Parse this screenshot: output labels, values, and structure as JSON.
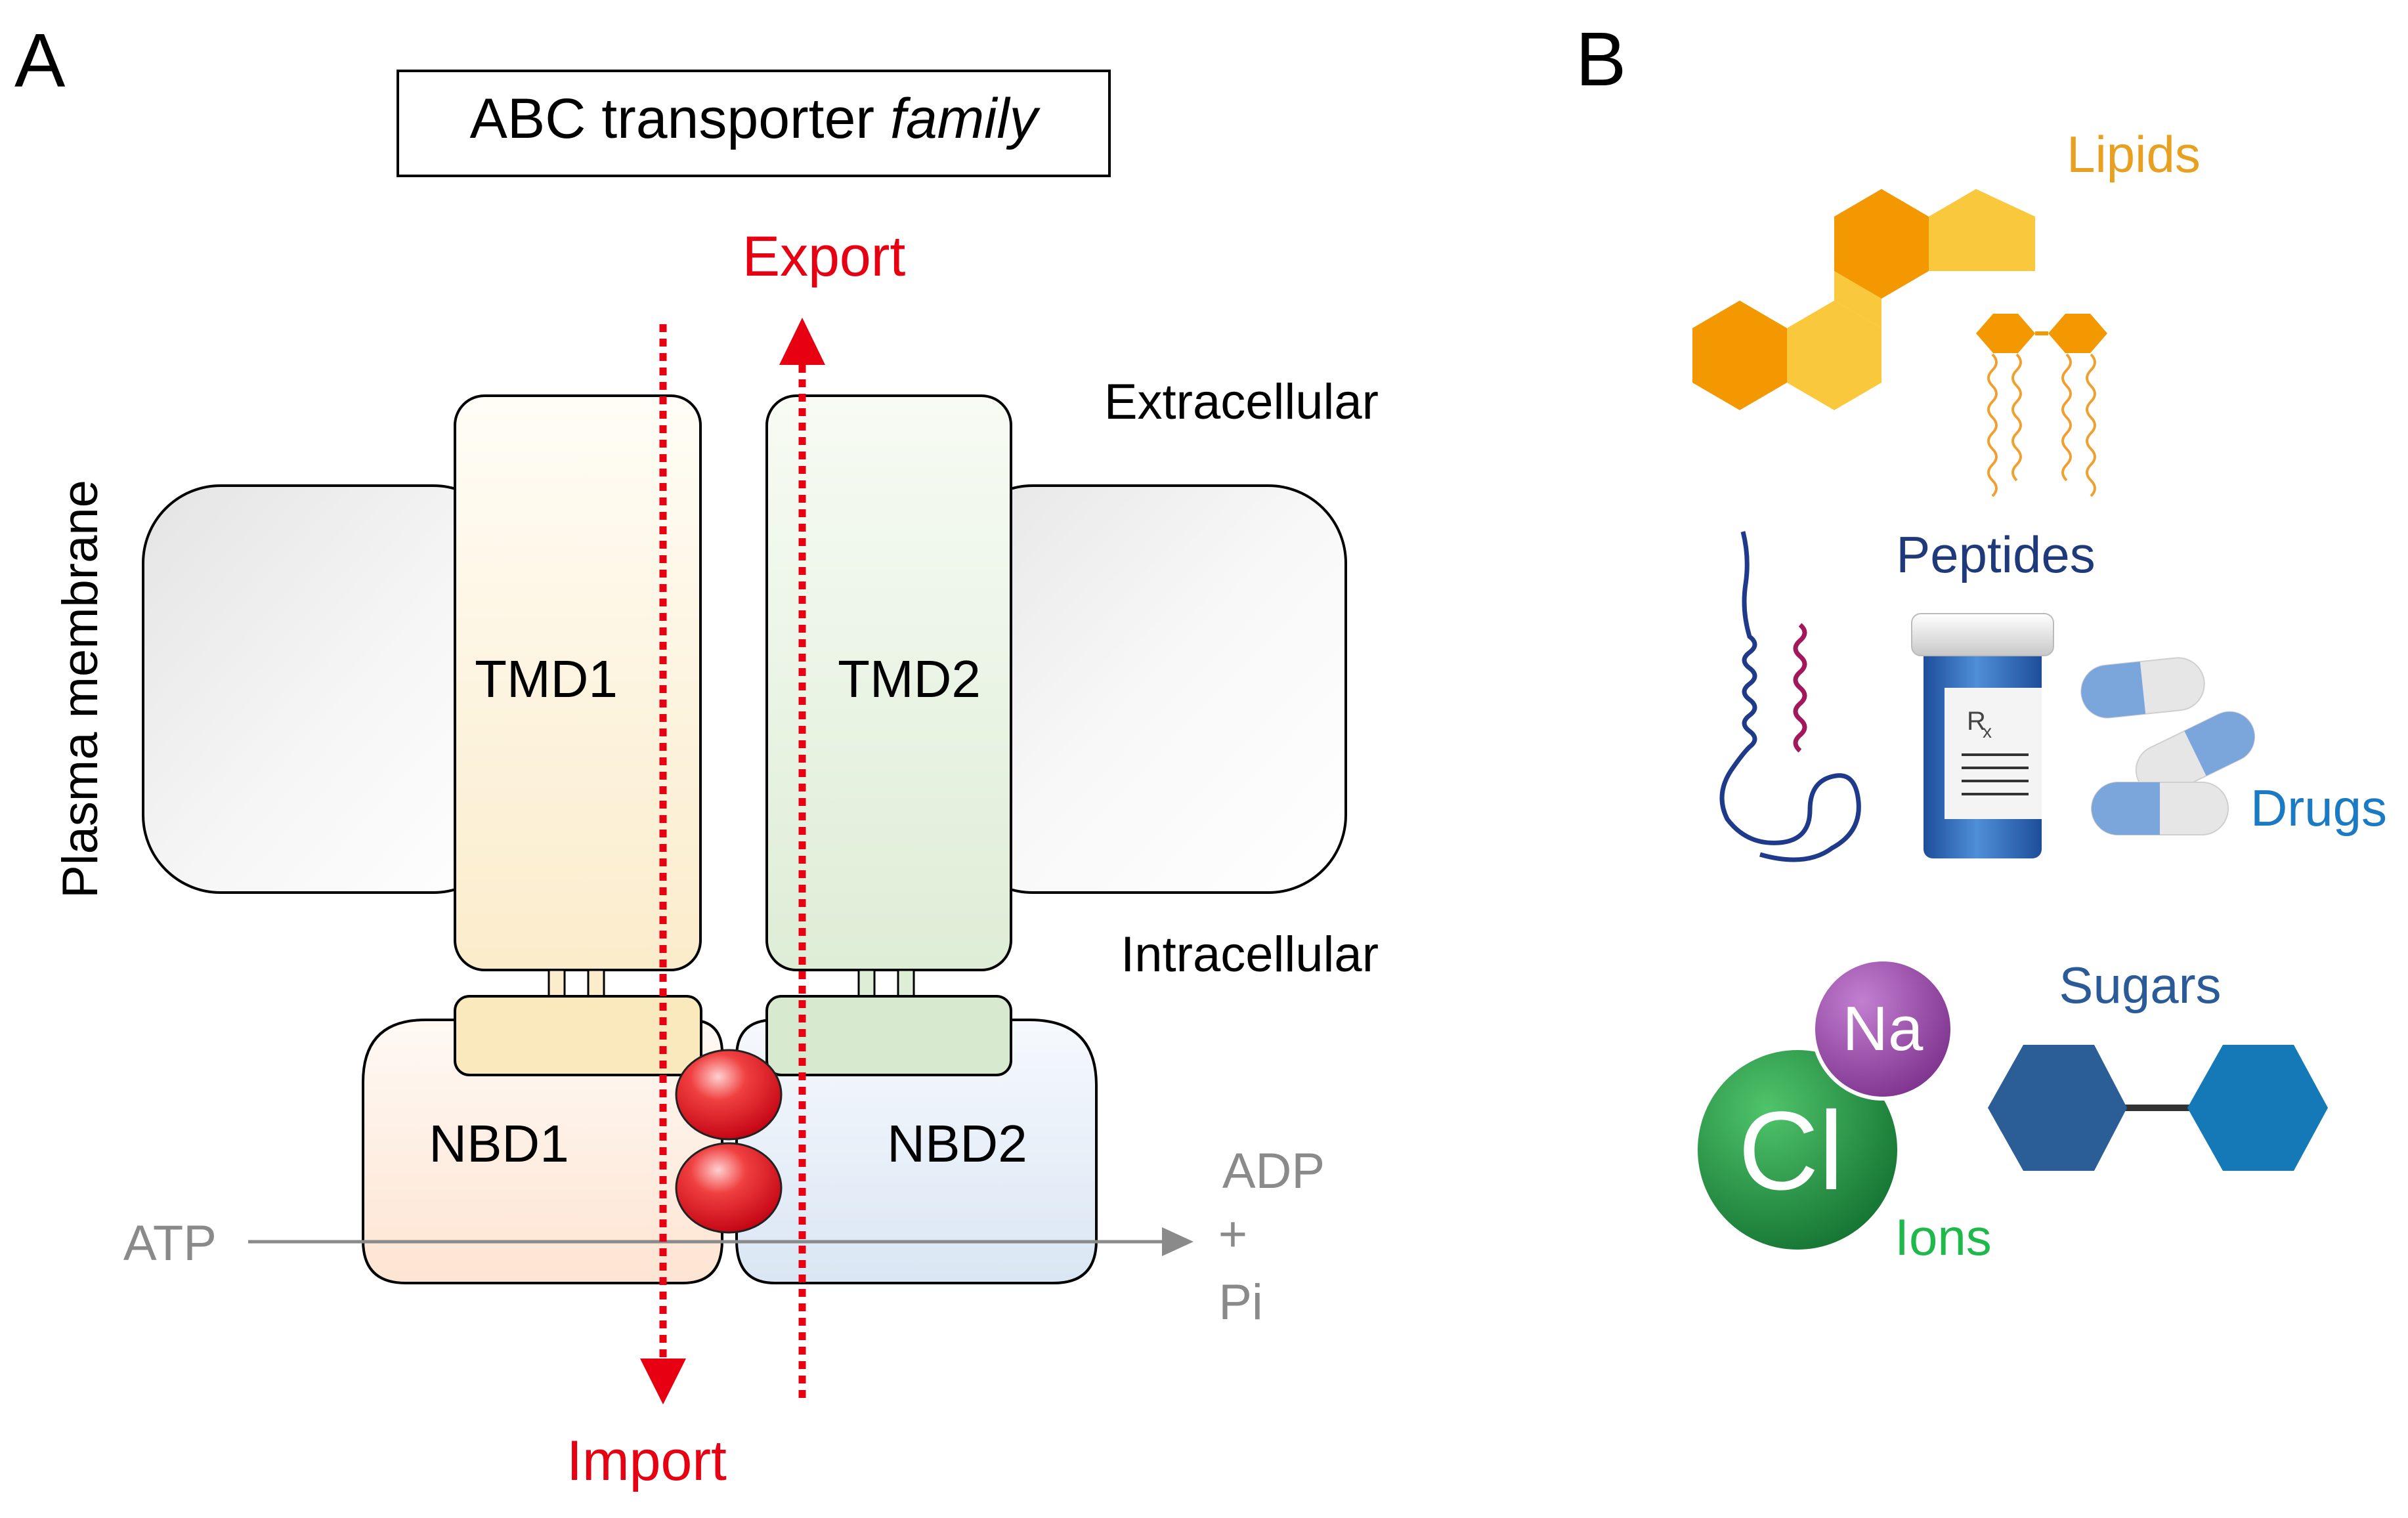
{
  "panel_a": {
    "letter": "A",
    "title_main": "ABC transporter ",
    "title_italic": "family",
    "export_label": "Export",
    "import_label": "Import",
    "extracellular_label": "Extracellular",
    "intracellular_label": "Intracellular",
    "membrane_label": "Plasma membrane",
    "tmd1_label": "TMD1",
    "tmd2_label": "TMD2",
    "nbd1_label": "NBD1",
    "nbd2_label": "NBD2",
    "atp_label": "ATP",
    "adp_label": "ADP",
    "plus_label": "+",
    "pi_label": "Pi"
  },
  "panel_b": {
    "letter": "B",
    "lipids_label": "Lipids",
    "peptides_label": "Peptides",
    "drugs_label": "Drugs",
    "sugars_label": "Sugars",
    "ions_label": "Ions",
    "na_label": "Na",
    "cl_label": "Cl",
    "rx_label": "R"
  },
  "colors": {
    "arrow_red": "#e60012",
    "lipids_orange": "#e8a020",
    "peptides_navy": "#1f3a7a",
    "drugs_blue": "#1a7ac4",
    "sugars_blue": "#2a5a98",
    "ions_green": "#1fb84b",
    "na_purple": "#8a3e9a",
    "cl_green": "#1c8a3c",
    "atp_gray": "#8a8a8a"
  }
}
